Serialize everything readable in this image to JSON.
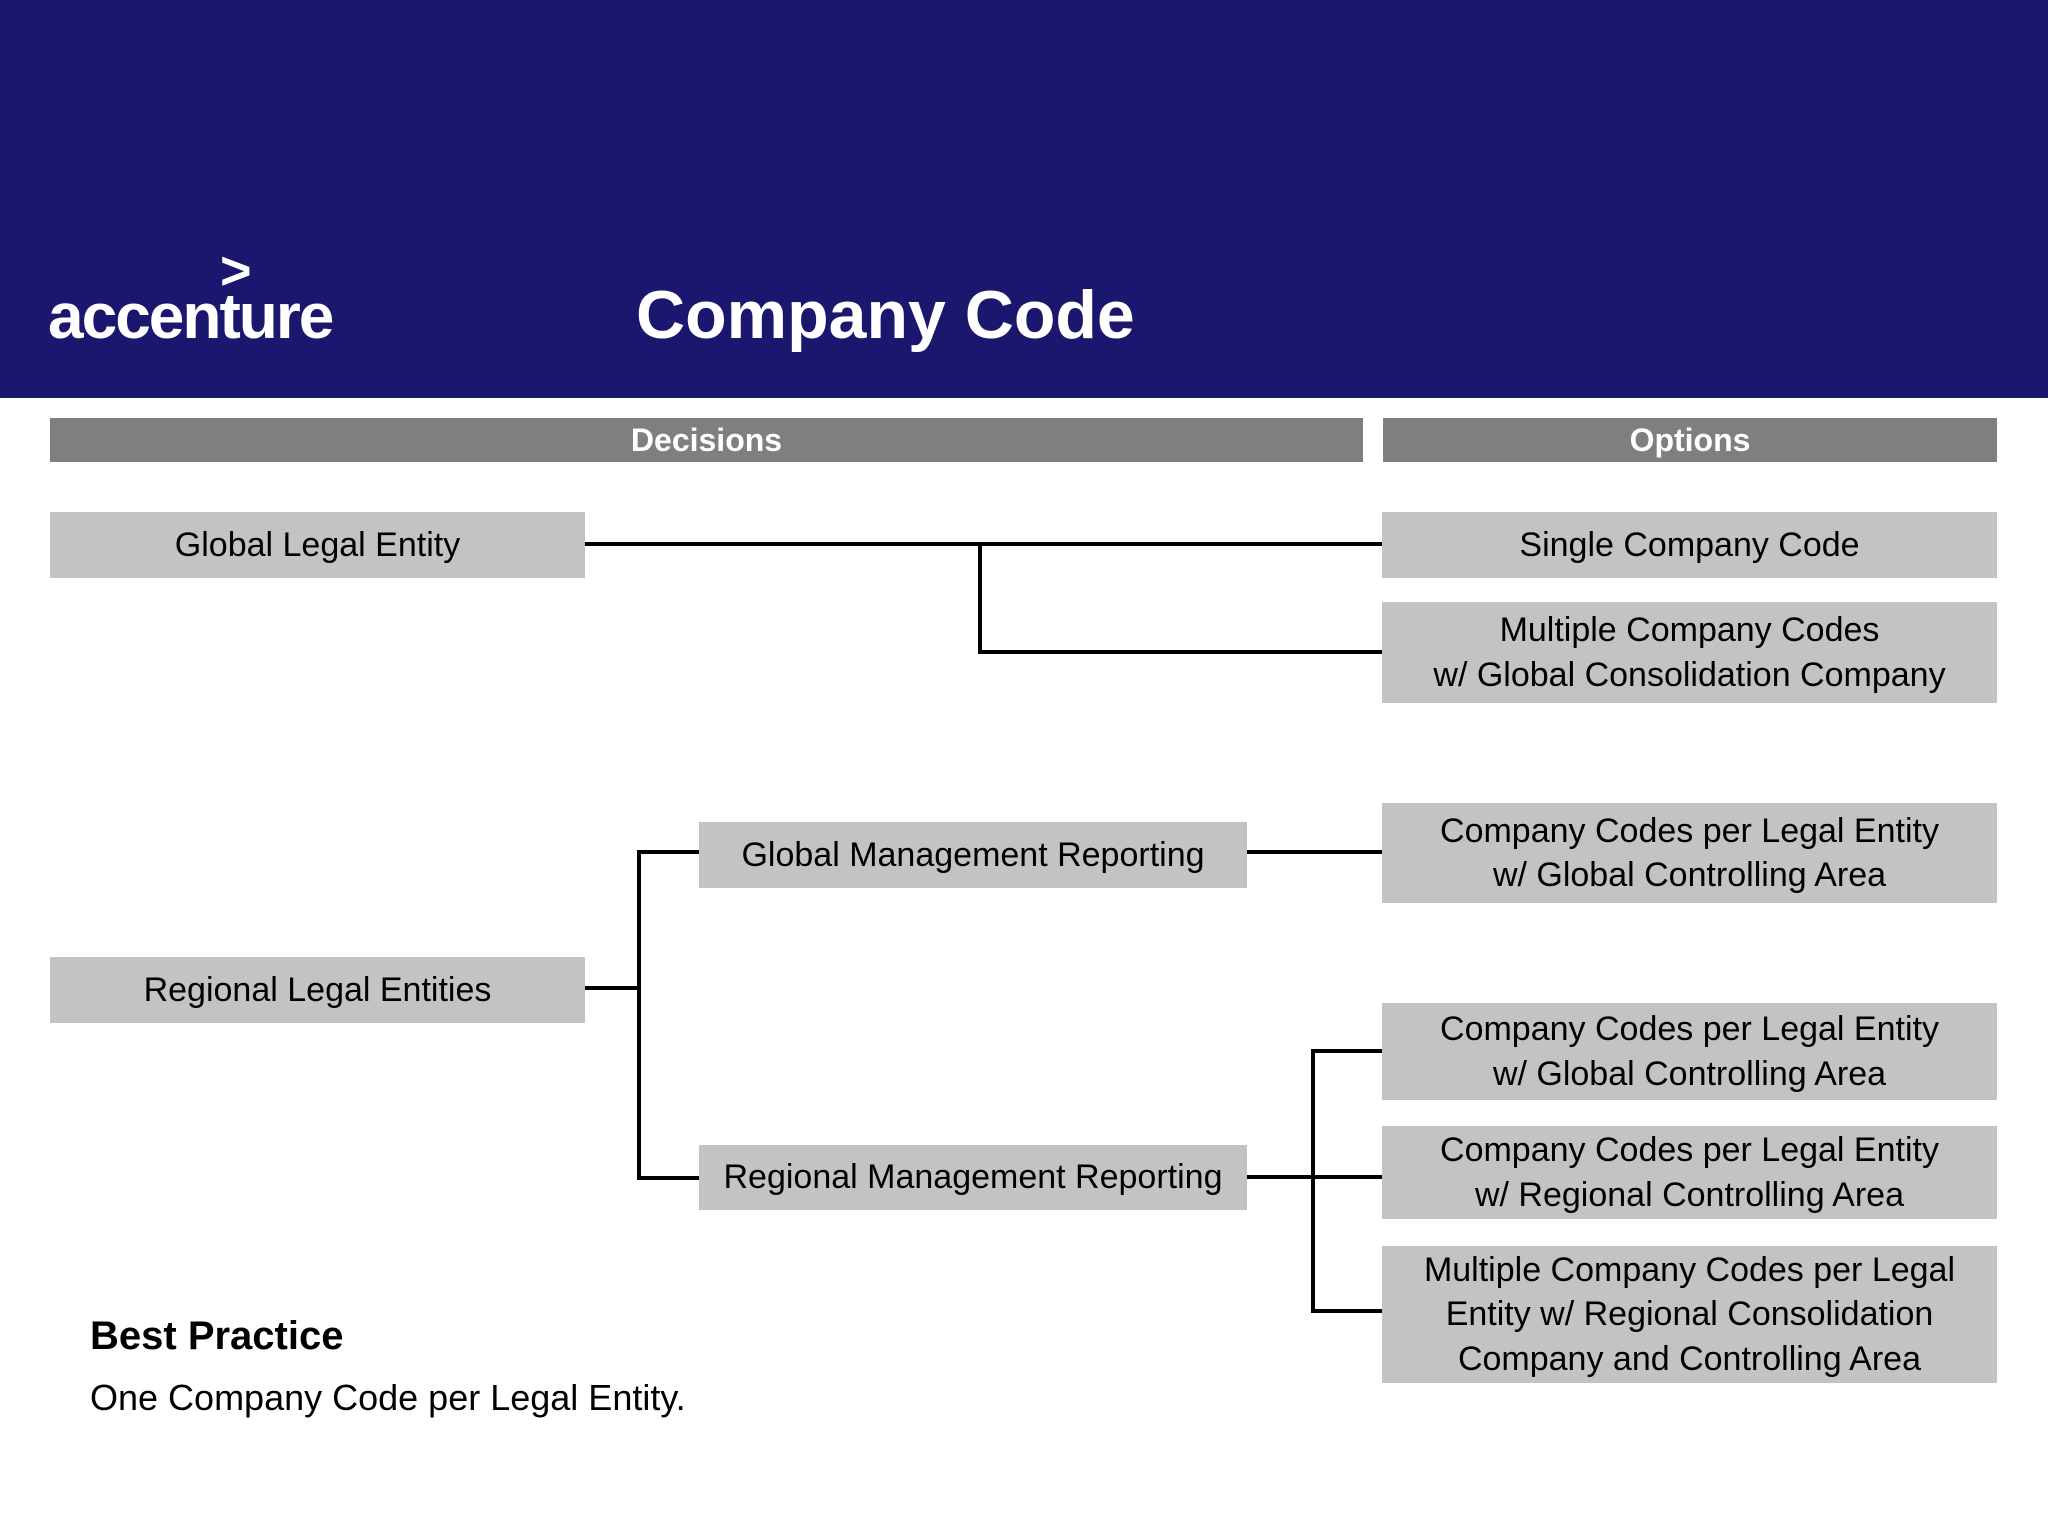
{
  "slide": {
    "logo": {
      "mark": ">",
      "text": "accenture"
    },
    "title": "Company Code"
  },
  "column_headers": {
    "decisions": "Decisions",
    "options": "Options"
  },
  "decisions": {
    "global_legal_entity": "Global Legal Entity",
    "regional_legal_entities": "Regional Legal Entities",
    "global_management_reporting": "Global Management Reporting",
    "regional_management_reporting": "Regional Management Reporting"
  },
  "options": {
    "single_company_code": "Single Company Code",
    "multiple_company_codes_global_consolidation": "Multiple Company Codes\nw/ Global Consolidation Company",
    "company_codes_per_legal_entity_global_controlling_from_global_reporting": "Company Codes per Legal Entity\nw/ Global Controlling Area",
    "company_codes_per_legal_entity_global_controlling_from_regional_reporting": "Company Codes per Legal Entity\nw/ Global Controlling Area",
    "company_codes_per_legal_entity_regional_controlling": "Company Codes per Legal Entity\nw/ Regional Controlling Area",
    "multiple_company_codes_regional_consolidation": "Multiple Company Codes per Legal\nEntity w/ Regional Consolidation\nCompany and Controlling Area"
  },
  "best_practice": {
    "heading": "Best Practice",
    "body": "One Company Code per Legal Entity."
  },
  "colors": {
    "header_navy": "#1c176e",
    "column_bar_gray": "#7f7f7f",
    "node_gray": "#c3c3c3",
    "connector_black": "#000000",
    "text_white": "#ffffff"
  }
}
